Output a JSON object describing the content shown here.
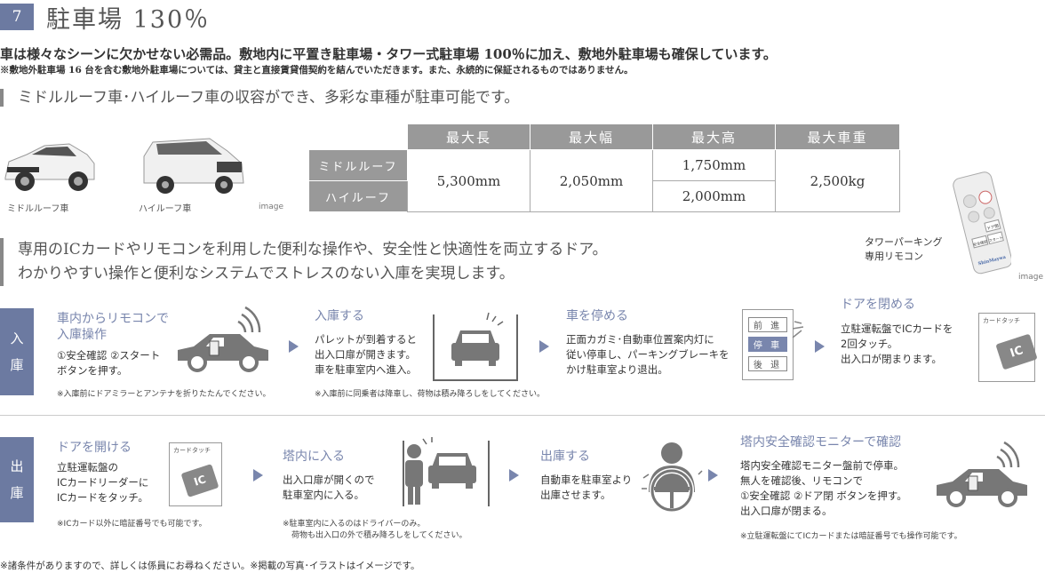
{
  "section": {
    "number": "7",
    "title": "駐車場 130％"
  },
  "lead": "車は様々なシーンに欠かせない必需品。敷地内に平置き駐車場・タワー式駐車場 100％に加え、敷地外駐車場も確保しています。",
  "lead_note": "※敷地外駐車場 16 台を含む敷地外駐車場については、貸主と直接賃貸借契約を結んでいただきます。また、永続的に保証されるものではありません。",
  "subhead1": "ミドルルーフ車･ハイルーフ車の収容ができ、多彩な車種が駐車可能です。",
  "cars": [
    {
      "label": "ミドルルーフ車"
    },
    {
      "label": "ハイルーフ車"
    }
  ],
  "image_tag": "image",
  "spec_table": {
    "headers": [
      "最大長",
      "最大幅",
      "最大高",
      "最大車重"
    ],
    "rows": [
      {
        "name": "ミドルルーフ",
        "height": "1,750mm"
      },
      {
        "name": "ハイルーフ",
        "height": "2,000mm"
      }
    ],
    "length": "5,300mm",
    "width": "2,050mm",
    "weight": "2,500kg"
  },
  "remote": {
    "label_line1": "タワーパーキング",
    "label_line2": "専用リモコン",
    "brand": "ShinMaywa",
    "buttons": [
      "ドア閉",
      "安全確認",
      "スタート"
    ]
  },
  "subhead2_line1": "専用のICカードやリモコンを利用した便利な操作や、安全性と快適性を両立するドア。",
  "subhead2_line2": "わかりやすい操作と便利なシステムでストレスのない入庫を実現します。",
  "entry": {
    "tag": [
      "入",
      "庫"
    ],
    "steps": [
      {
        "title_1": "車内からリモコンで",
        "title_2": "入庫操作",
        "body": [
          "①安全確認 ②スタート",
          "ボタンを押す。"
        ],
        "note": "※入庫前にドアミラーとアンテナを折りたたんでください。"
      },
      {
        "title": "入庫する",
        "body": [
          "パレットが到着すると",
          "出入口扉が開きます。",
          "車を駐車室内へ進入。"
        ],
        "note": "※入庫前に同乗者は降車し、荷物は積み降ろしをしてください。"
      },
      {
        "title": "車を停める",
        "body": [
          "正面カガミ･自動車位置案内灯に",
          "従い停車し、パーキングブレーキを",
          "かけ駐車室より退出。"
        ]
      },
      {
        "title": "ドアを閉める",
        "body": [
          "立駐運転盤でICカードを",
          "2回タッチ。",
          "出入口が閉まります。"
        ]
      }
    ],
    "panel": [
      "前 進",
      "停 車",
      "後 退"
    ],
    "card_label": "カードタッチ",
    "ic_text": "IC"
  },
  "exit": {
    "tag": [
      "出",
      "庫"
    ],
    "steps": [
      {
        "title": "ドアを開ける",
        "body": [
          "立駐運転盤の",
          "ICカードリーダーに",
          "ICカードをタッチ。"
        ],
        "note": "※ICカード以外に暗証番号でも可能です。"
      },
      {
        "title": "塔内に入る",
        "body": [
          "出入口扉が開くので",
          "駐車室内に入る。"
        ],
        "note_1": "※駐車室内に入るのはドライバーのみ。",
        "note_2": "荷物も出入口の外で積み降ろしをしてください。"
      },
      {
        "title": "出庫する",
        "body": [
          "自動車を駐車室より",
          "出庫させます。"
        ]
      },
      {
        "title": "塔内安全確認モニターで確認",
        "body": [
          "塔内安全確認モニター盤前で停車。",
          "無人を確認後、リモコンで",
          "①安全確認 ②ドア閉 ボタンを押す。",
          "出入口扉が閉まる。"
        ],
        "note": "※立駐運転盤にてICカードまたは暗証番号でも操作可能です。"
      }
    ]
  },
  "footer": "※諸条件がありますので、詳しくは係員にお尋ねください。※掲載の写真･イラストはイメージです。"
}
